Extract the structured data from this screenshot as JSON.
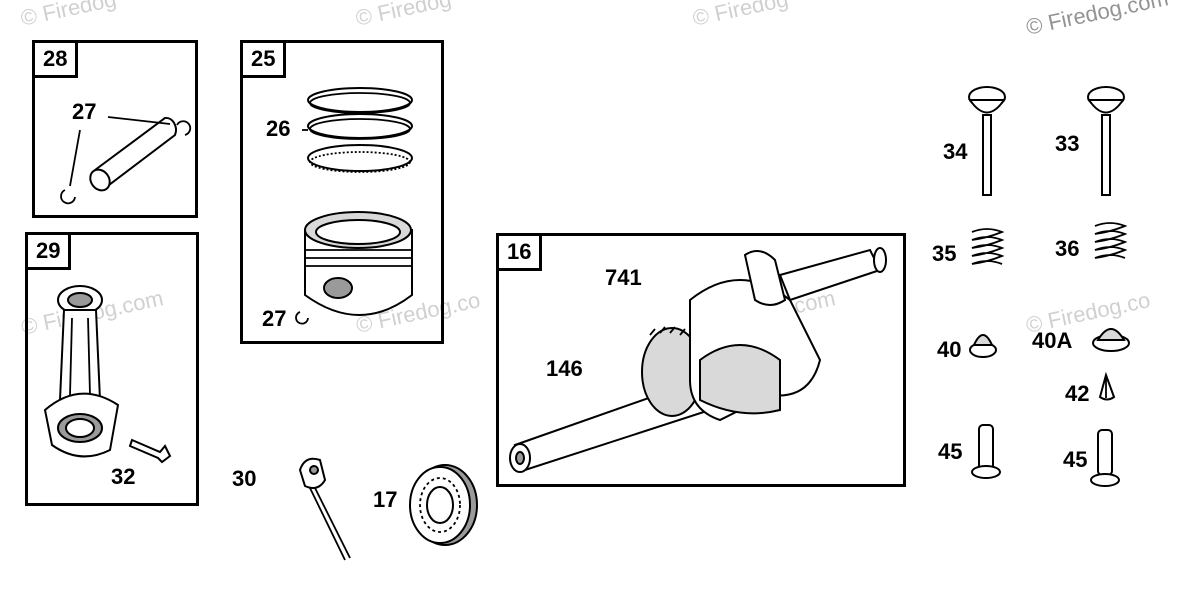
{
  "watermarks": [
    "© Firedog",
    "© Firedog",
    "© Firedog",
    "© Firedog.com",
    "© Firedog.com",
    "© Firedog.co",
    "© Firedog.com",
    "© Firedog.co"
  ],
  "boxes": {
    "box28": "28",
    "box25": "25",
    "box29": "29",
    "box16": "16"
  },
  "callouts": {
    "c27a": "27",
    "c26": "26",
    "c27b": "27",
    "c32": "32",
    "c30": "30",
    "c17": "17",
    "c741": "741",
    "c146": "146",
    "c34": "34",
    "c33": "33",
    "c35": "35",
    "c36": "36",
    "c40": "40",
    "c40a": "40A",
    "c42": "42",
    "c45a": "45",
    "c45b": "45"
  }
}
